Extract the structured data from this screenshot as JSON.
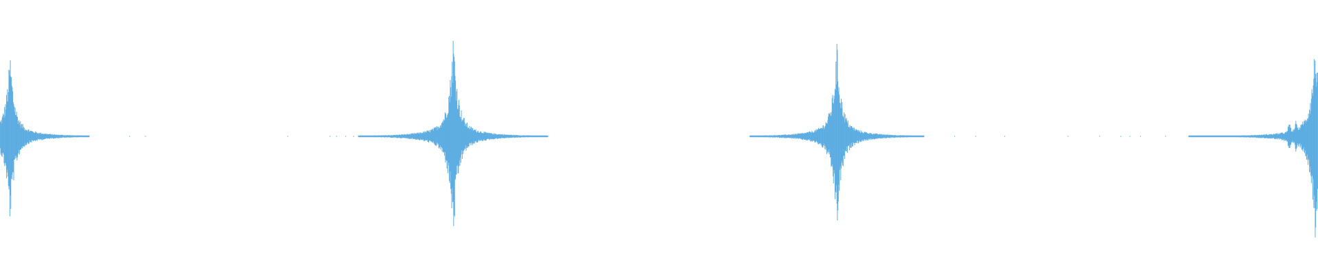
{
  "waveform": {
    "color": "#5dade2",
    "background": "#ffffff",
    "bursts": [
      {
        "position": 0.0077,
        "peak_up": 0.8,
        "peak_down": 0.83,
        "spread": 0.1
      },
      {
        "position": 0.344,
        "peak_up": 1.0,
        "peak_down": 1.0,
        "spread": 0.12
      },
      {
        "position": 0.635,
        "peak_up": 0.89,
        "peak_down": 0.91,
        "spread": 0.11
      },
      {
        "position": 0.998,
        "peak_up": 0.93,
        "peak_down": 0.98,
        "spread": 0.16
      }
    ],
    "specks": [
      0.05,
      0.098,
      0.11,
      0.218,
      0.25,
      0.255,
      0.262,
      0.268,
      0.595,
      0.724,
      0.74,
      0.762,
      0.81,
      0.834,
      0.85,
      0.857,
      0.865,
      0.884,
      0.907
    ]
  }
}
